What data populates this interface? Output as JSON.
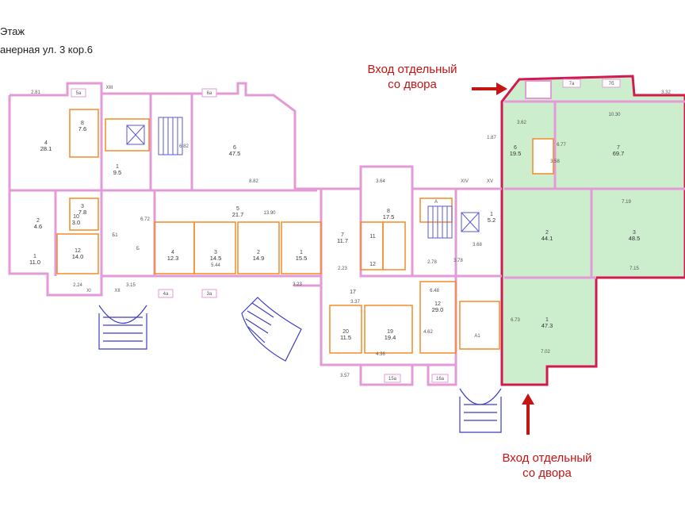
{
  "header": {
    "floor_label": "Этаж",
    "address": "анерная ул. 3 кор.6"
  },
  "notes": {
    "top": {
      "line1": "Вход отдельный",
      "line2": "со двора"
    },
    "bottom": {
      "line1": "Вход отдельный",
      "line2": "со двора"
    }
  },
  "colors": {
    "wall": "#e39bd8",
    "partition": "#f28c28",
    "highlight_fill": "#cdeecd",
    "highlight_border": "#d11a4e",
    "annotation": "#c41414"
  },
  "rooms": [
    {
      "n": "4",
      "a": "28.1"
    },
    {
      "n": "8",
      "a": "7.6"
    },
    {
      "n": "1",
      "a": "9.5"
    },
    {
      "n": "6",
      "a": "47.5"
    },
    {
      "n": "3",
      "a": "7.8"
    },
    {
      "n": "2",
      "a": "4.6"
    },
    {
      "n": "10",
      "a": "3.0"
    },
    {
      "n": "1",
      "a": "11.0"
    },
    {
      "n": "12",
      "a": "14.0"
    },
    {
      "n": "5",
      "a": "21.7"
    },
    {
      "n": "4",
      "a": "12.3"
    },
    {
      "n": "3",
      "a": "14.5"
    },
    {
      "n": "2",
      "a": "14.9"
    },
    {
      "n": "1",
      "a": "15.5"
    },
    {
      "n": "7",
      "a": "11.7"
    },
    {
      "n": "8",
      "a": "17.5"
    },
    {
      "n": "11",
      "a": ""
    },
    {
      "n": "12",
      "a": ""
    },
    {
      "n": "1",
      "a": "5.2"
    },
    {
      "n": "6",
      "a": "19.5"
    },
    {
      "n": "7",
      "a": "69.7"
    },
    {
      "n": "2",
      "a": "44.1"
    },
    {
      "n": "3",
      "a": "48.5"
    },
    {
      "n": "1",
      "a": "47.3"
    },
    {
      "n": "17",
      "a": ""
    },
    {
      "n": "12",
      "a": "29.0"
    },
    {
      "n": "20",
      "a": "11.5"
    },
    {
      "n": "19",
      "a": "19.4"
    }
  ],
  "dims": [
    "2.81",
    "3.32",
    "10.30",
    "3.62",
    "6.77",
    "7.19",
    "6.82",
    "8.82",
    "13.90",
    "4.62",
    "7.02",
    "6.73",
    "3.58",
    "7.15",
    "5.44",
    "2.24",
    "3.15",
    "3.23",
    "2.23",
    "6.48",
    "3.37",
    "4.36",
    "3.57",
    "1.87",
    "3.78",
    "2.78",
    "6.72",
    "3.64",
    "3.68"
  ],
  "axes": [
    "XIII",
    "XIV",
    "XV",
    "XII",
    "XI",
    "A",
    "A1",
    "Б1",
    "Б",
    "5а",
    "6а",
    "7а",
    "7б",
    "4а",
    "3а",
    "15а",
    "16а"
  ]
}
